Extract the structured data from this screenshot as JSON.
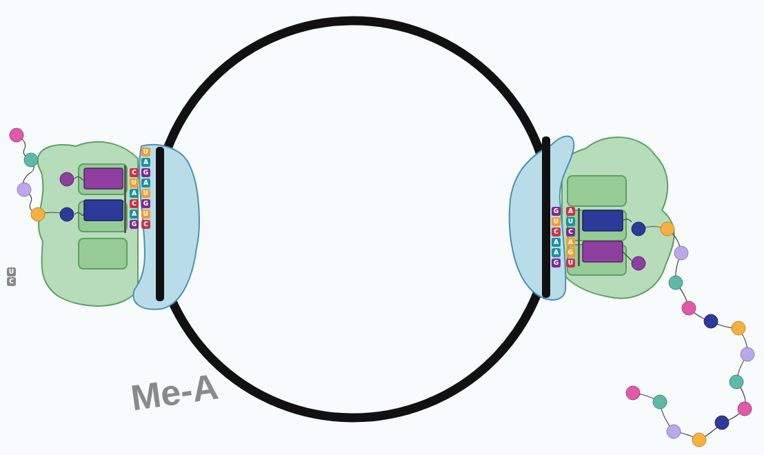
{
  "diagram": {
    "labels": [
      "Me-A",
      "U",
      "A",
      "G",
      "A",
      "U",
      "G",
      "U",
      "C",
      "C",
      "U",
      "A",
      "C",
      "A",
      "G",
      "G",
      "U",
      "C",
      "A",
      "A",
      "G",
      "A",
      "U",
      "C",
      "A",
      "G",
      "U",
      "U",
      "C"
    ]
  }
}
